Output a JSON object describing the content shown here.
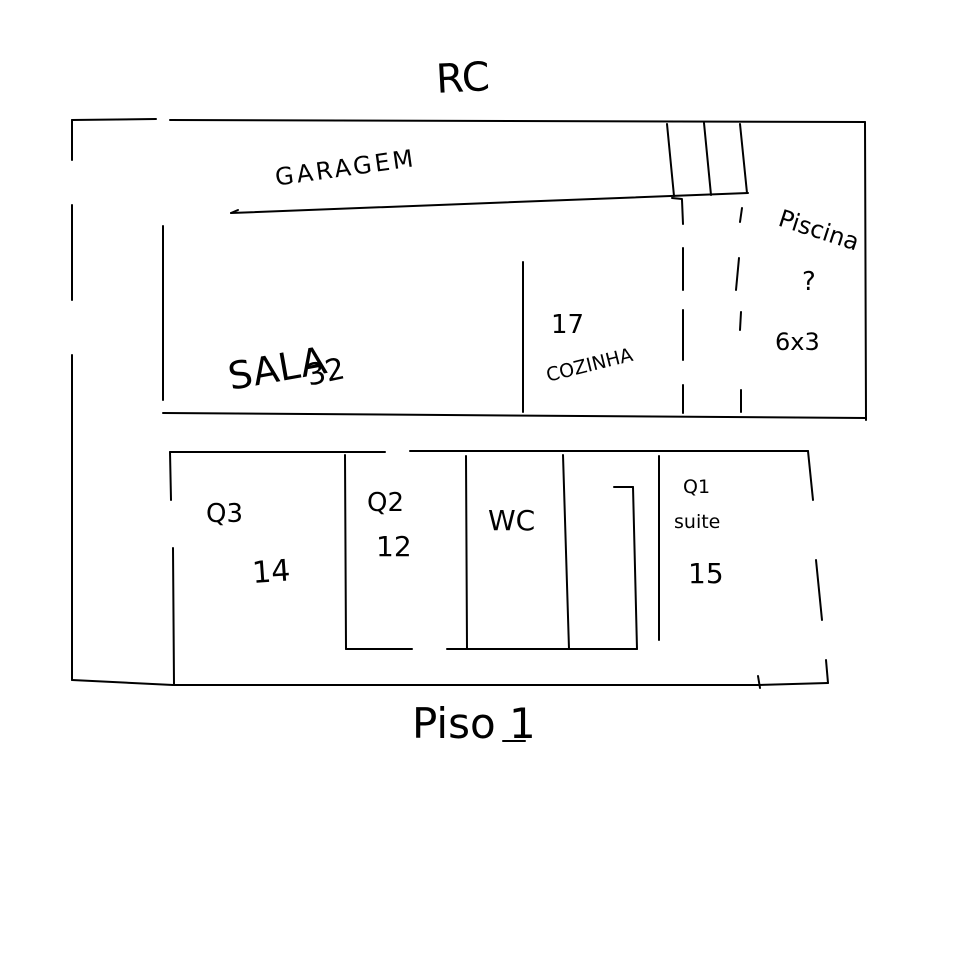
{
  "floor_labels": {
    "ground": "RC",
    "first": "Piso 1"
  },
  "rooms": {
    "garagem": {
      "name": "GARAGEM"
    },
    "sala": {
      "name": "SALA",
      "area": "32"
    },
    "cozinha": {
      "name": "COZINHA",
      "area": "17"
    },
    "piscina": {
      "name": "Piscina",
      "mark": "?",
      "size": "6x3"
    },
    "q3": {
      "name": "Q3",
      "area": "14"
    },
    "q2": {
      "name": "Q2",
      "area": "12"
    },
    "wc": {
      "name": "WC"
    },
    "q1": {
      "name": "Q1",
      "sub": "suite",
      "area": "15"
    }
  },
  "colors": {
    "ink": "#000000",
    "paper": "#ffffff"
  }
}
